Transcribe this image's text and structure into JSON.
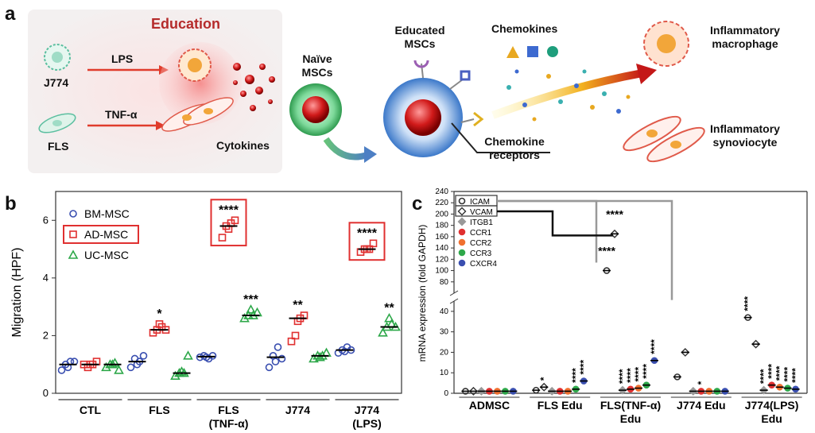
{
  "panel_a": {
    "letter": "a",
    "education_title": "Education",
    "j774": "J774",
    "fls": "FLS",
    "lps": "LPS",
    "tnf": "TNF-α",
    "cytokines": "Cytokines",
    "naive_msc_l1": "Naïve",
    "naive_msc_l2": "MSCs",
    "educated_l1": "Educated",
    "educated_l2": "MSCs",
    "chemokines": "Chemokines",
    "chemokine_receptors_l1": "Chemokine",
    "chemokine_receptors_l2": "receptors",
    "inflam_mac_l1": "Inflammatory",
    "inflam_mac_l2": "macrophage",
    "inflam_syn_l1": "Inflammatory",
    "inflam_syn_l2": "synoviocyte",
    "colors": {
      "education": "#b52b2b",
      "arrow_red": "#e03c2c",
      "msc_blue": "#4a86d4",
      "msc_green": "#3caa5a"
    }
  },
  "chart_data": [
    {
      "type": "scatter",
      "panel": "b",
      "ylabel": "Migration (HPF)",
      "ylim": [
        0,
        7
      ],
      "yticks": [
        0,
        2,
        4,
        6
      ],
      "categories": [
        "CTL",
        "FLS",
        "FLS (TNF-α)",
        "J774",
        "J774 (LPS)"
      ],
      "category_lines": [
        [
          "CTL"
        ],
        [
          "FLS"
        ],
        [
          "FLS",
          "(TNF-α)"
        ],
        [
          "J774"
        ],
        [
          "J774",
          "(LPS)"
        ]
      ],
      "legend_position": "top-left",
      "series": [
        {
          "name": "BM-MSC",
          "marker": "circle",
          "color": "#3a4fb0",
          "values": [
            [
              0.8,
              1.0,
              1.1,
              1.1,
              0.9
            ],
            [
              0.9,
              1.2,
              1.1,
              1.3,
              1.0
            ],
            [
              1.25,
              1.3,
              1.2,
              1.3,
              1.25
            ],
            [
              0.9,
              1.3,
              1.6,
              1.2,
              1.1
            ],
            [
              1.4,
              1.5,
              1.6,
              1.5,
              1.45
            ]
          ],
          "means": [
            1.0,
            1.1,
            1.27,
            1.25,
            1.5
          ],
          "sig": [
            "",
            "",
            "",
            "",
            ""
          ]
        },
        {
          "name": "AD-MSC",
          "marker": "square",
          "color": "#e03030",
          "values": [
            [
              1.0,
              0.9,
              1.0,
              1.1,
              1.0
            ],
            [
              2.1,
              2.2,
              2.3,
              2.2,
              2.4
            ],
            [
              5.4,
              5.8,
              5.9,
              6.0,
              5.7
            ],
            [
              1.8,
              2.0,
              2.6,
              2.7,
              2.5
            ],
            [
              4.9,
              5.0,
              5.0,
              5.2,
              5.0
            ]
          ],
          "means": [
            1.0,
            2.2,
            5.8,
            2.6,
            5.0
          ],
          "sig": [
            "",
            "*",
            "****",
            "**",
            "****"
          ]
        },
        {
          "name": "UC-MSC",
          "marker": "triangle",
          "color": "#2ea84a",
          "values": [
            [
              0.9,
              1.0,
              1.05,
              0.8,
              1.0
            ],
            [
              0.6,
              0.7,
              0.7,
              1.3,
              0.75
            ],
            [
              2.6,
              2.7,
              2.7,
              2.8,
              2.9
            ],
            [
              1.2,
              1.3,
              1.3,
              1.4,
              1.25
            ],
            [
              2.1,
              2.3,
              2.4,
              2.3,
              2.6
            ]
          ],
          "means": [
            1.0,
            0.7,
            2.7,
            1.3,
            2.3
          ],
          "sig": [
            "",
            "",
            "***",
            "",
            "**"
          ]
        }
      ]
    },
    {
      "type": "scatter",
      "panel": "c",
      "ylabel": "mRNA expression (fold GAPDH)",
      "y_broken_axis": true,
      "y_lower_range": [
        0,
        45
      ],
      "y_lower_ticks": [
        0,
        10,
        20,
        30,
        40
      ],
      "y_upper_range": [
        60,
        240
      ],
      "y_upper_ticks": [
        80,
        100,
        120,
        140,
        160,
        180,
        200,
        220,
        240
      ],
      "categories": [
        "ADMSC",
        "FLS Edu",
        "FLS(TNF-α) Edu",
        "J774 Edu",
        "J774(LPS) Edu"
      ],
      "category_lines": [
        [
          "ADMSC"
        ],
        [
          "FLS Edu"
        ],
        [
          "FLS(TNF-α)",
          "Edu"
        ],
        [
          "J774 Edu"
        ],
        [
          "J774(LPS)",
          "Edu"
        ]
      ],
      "legend_position": "top-left",
      "series": [
        {
          "name": "ICAM",
          "marker": "circle",
          "color": "#333333",
          "values": [
            1.0,
            1.5,
            100,
            8,
            37
          ],
          "sig": [
            "",
            "",
            "****",
            "",
            "****"
          ]
        },
        {
          "name": "VCAM",
          "marker": "diamond",
          "color": "#333333",
          "values": [
            1.0,
            3.0,
            165,
            20,
            24
          ],
          "sig": [
            "",
            "*",
            "****",
            "",
            ""
          ]
        },
        {
          "name": "ITGB1",
          "marker": "diamond",
          "color": "#999999",
          "values": [
            1.0,
            1.0,
            1.5,
            1.0,
            1.5
          ],
          "sig": [
            "",
            "",
            "****",
            "",
            "****"
          ]
        },
        {
          "name": "CCR1",
          "marker": "circle",
          "color": "#e03030",
          "values": [
            1.0,
            1.0,
            2.0,
            1.0,
            4.0
          ],
          "sig": [
            "",
            "",
            "****",
            "*",
            "****"
          ]
        },
        {
          "name": "CCR2",
          "marker": "circle",
          "color": "#f07030",
          "values": [
            1.0,
            1.0,
            2.5,
            1.0,
            3.0
          ],
          "sig": [
            "",
            "",
            "****",
            "",
            "****"
          ]
        },
        {
          "name": "CCR3",
          "marker": "circle",
          "color": "#2ea84a",
          "values": [
            1.0,
            2.0,
            4.0,
            1.0,
            2.5
          ],
          "sig": [
            "",
            "****",
            "****",
            "",
            "****"
          ]
        },
        {
          "name": "CXCR4",
          "marker": "circle",
          "color": "#3a4fb0",
          "values": [
            1.0,
            6.0,
            16.0,
            1.0,
            2.0
          ],
          "sig": [
            "",
            "****",
            "****",
            "",
            "****"
          ]
        }
      ]
    }
  ],
  "panel_b": {
    "letter": "b"
  },
  "panel_c": {
    "letter": "c"
  }
}
